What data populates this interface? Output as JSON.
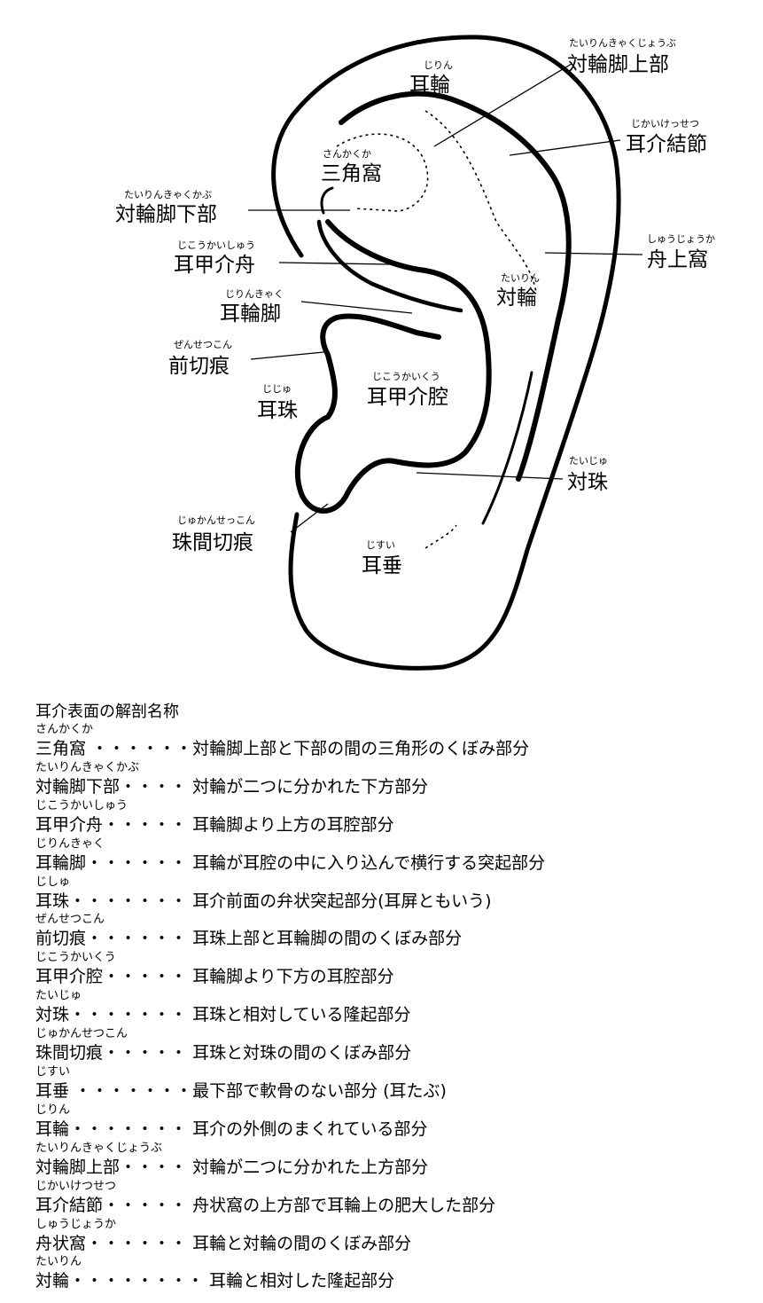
{
  "diagram": {
    "labels": [
      {
        "id": "tairinkyaku-joubu",
        "reading": "たいりんきゃくじょうぶ",
        "name": "対輪脚上部"
      },
      {
        "id": "jirin",
        "reading": "じりん",
        "name": "耳輪"
      },
      {
        "id": "jikai-kessetsu",
        "reading": "じかいけっせつ",
        "name": "耳介結節"
      },
      {
        "id": "sankakuka",
        "reading": "さんかくか",
        "name": "三角窩"
      },
      {
        "id": "tairinkyaku-kabu",
        "reading": "たいりんきゃくかぶ",
        "name": "対輪脚下部"
      },
      {
        "id": "jikou-kaishuu",
        "reading": "じこうかいしゅう",
        "name": "耳甲介舟"
      },
      {
        "id": "shuujouka",
        "reading": "しゅうじょうか",
        "name": "舟上窩"
      },
      {
        "id": "tairin",
        "reading": "たいりん",
        "name": "対輪"
      },
      {
        "id": "jirinkyaku",
        "reading": "じりんきゃく",
        "name": "耳輪脚"
      },
      {
        "id": "zensetsukon",
        "reading": "ぜんせつこん",
        "name": "前切痕"
      },
      {
        "id": "jiju",
        "reading": "じじゅ",
        "name": "耳珠"
      },
      {
        "id": "jikou-kaikuu",
        "reading": "じこうかいくう",
        "name": "耳甲介腔"
      },
      {
        "id": "taiju",
        "reading": "たいじゅ",
        "name": "対珠"
      },
      {
        "id": "jukan-setsukon",
        "reading": "じゅかんせっこん",
        "name": "珠間切痕"
      },
      {
        "id": "jisui",
        "reading": "じすい",
        "name": "耳垂"
      }
    ]
  },
  "glossary": {
    "title": "耳介表面の解剖名称",
    "entries": [
      {
        "reading": "さんかくか",
        "term": "三角窩",
        "dots": " ・・・・・・",
        "description": "対輪脚上部と下部の間の三角形のくぼみ部分"
      },
      {
        "reading": "たいりんきゃくかぶ",
        "term": "対輪脚下部",
        "dots": "・・・・ ",
        "description": "対輪が二つに分かれた下方部分"
      },
      {
        "reading": "じこうかいしゅう",
        "term": "耳甲介舟",
        "dots": "・・・・・ ",
        "description": "耳輪脚より上方の耳腔部分"
      },
      {
        "reading": "じりんきゃく",
        "term": "耳輪脚",
        "dots": "・・・・・・ ",
        "description": "耳輪が耳腔の中に入り込んで横行する突起部分"
      },
      {
        "reading": "じしゅ",
        "term": "耳珠",
        "dots": "・・・・・・・ ",
        "description": "耳介前面の弁状突起部分(耳屏ともいう)"
      },
      {
        "reading": "ぜんせつこん",
        "term": "前切痕",
        "dots": "・・・・・・ ",
        "description": "耳珠上部と耳輪脚の間のくぼみ部分"
      },
      {
        "reading": "じこうかいくう",
        "term": "耳甲介腔",
        "dots": "・・・・・ ",
        "description": "耳輪脚より下方の耳腔部分"
      },
      {
        "reading": "たいじゅ",
        "term": "対珠",
        "dots": "・・・・・・・ ",
        "description": "耳珠と相対している隆起部分"
      },
      {
        "reading": "じゅかんせつこん",
        "term": "珠間切痕",
        "dots": "・・・・・ ",
        "description": "耳珠と対珠の間のくぼみ部分"
      },
      {
        "reading": "じすい",
        "term": "耳垂",
        "dots": " ・・・・・・・",
        "description": "最下部で軟骨のない部分 (耳たぶ)"
      },
      {
        "reading": "じりん",
        "term": "耳輪",
        "dots": "・・・・・・・ ",
        "description": "耳介の外側のまくれている部分"
      },
      {
        "reading": "たいりんきゃくじょうぶ",
        "term": "対輪脚上部",
        "dots": "・・・・ ",
        "description": "対輪が二つに分かれた上方部分"
      },
      {
        "reading": "じかいけつせつ",
        "term": "耳介結節",
        "dots": "・・・・・ ",
        "description": "舟状窩の上方部で耳輪上の肥大した部分"
      },
      {
        "reading": "しゅうじょうか",
        "term": "舟状窩",
        "dots": "・・・・・・ ",
        "description": "耳輪と対輪の間のくぼみ部分"
      },
      {
        "reading": "たいりん",
        "term": "対輪",
        "dots": "・・・・・・・・ ",
        "description": "耳輪と相対した隆起部分"
      }
    ]
  }
}
